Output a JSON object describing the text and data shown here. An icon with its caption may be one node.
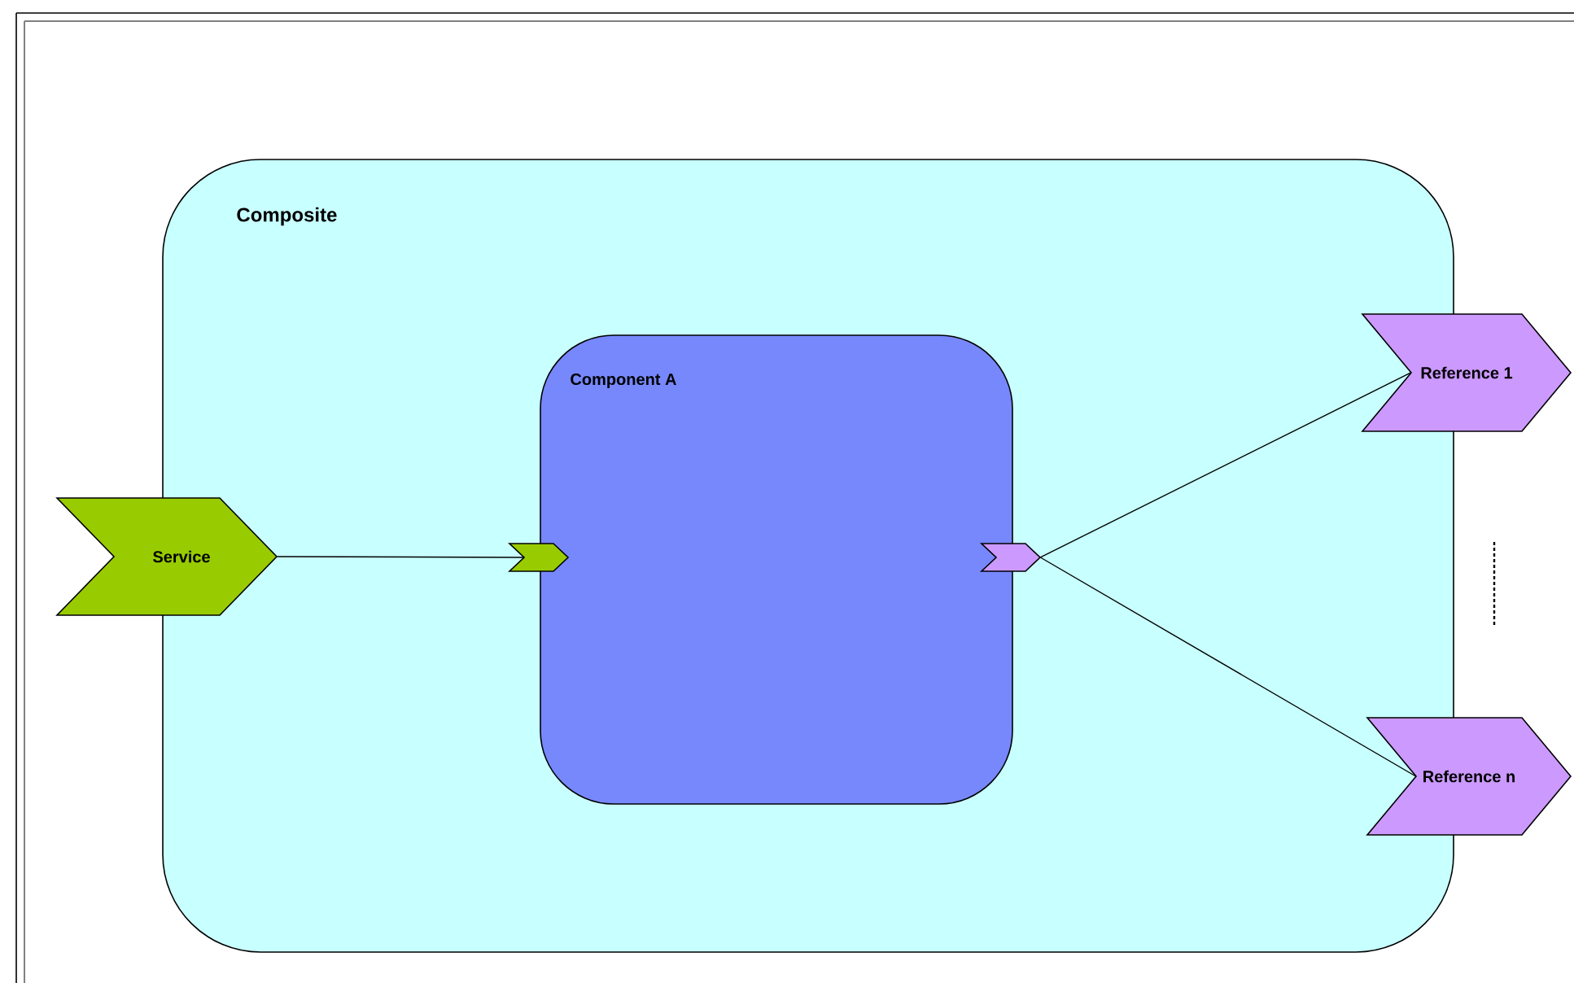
{
  "diagram": {
    "nodes": [
      {
        "text": [
          "Composite"
        ]
      },
      {
        "text": [
          "Component A"
        ],
        "in": 0
      },
      {
        "text": [
          "Service"
        ]
      },
      {
        "text": [],
        "shape": "chevron",
        "in": 0
      },
      {
        "text": [],
        "shape": "chevron",
        "in": 0
      },
      {
        "text": [
          "Reference 1"
        ]
      },
      {
        "text": [
          "Reference n"
        ]
      }
    ],
    "edges": [
      {
        "from": 2,
        "to": 3,
        "arrow": "none"
      },
      {
        "from": 4,
        "to": 5,
        "arrow": "none"
      },
      {
        "from": 4,
        "to": 6,
        "arrow": "none"
      }
    ]
  }
}
